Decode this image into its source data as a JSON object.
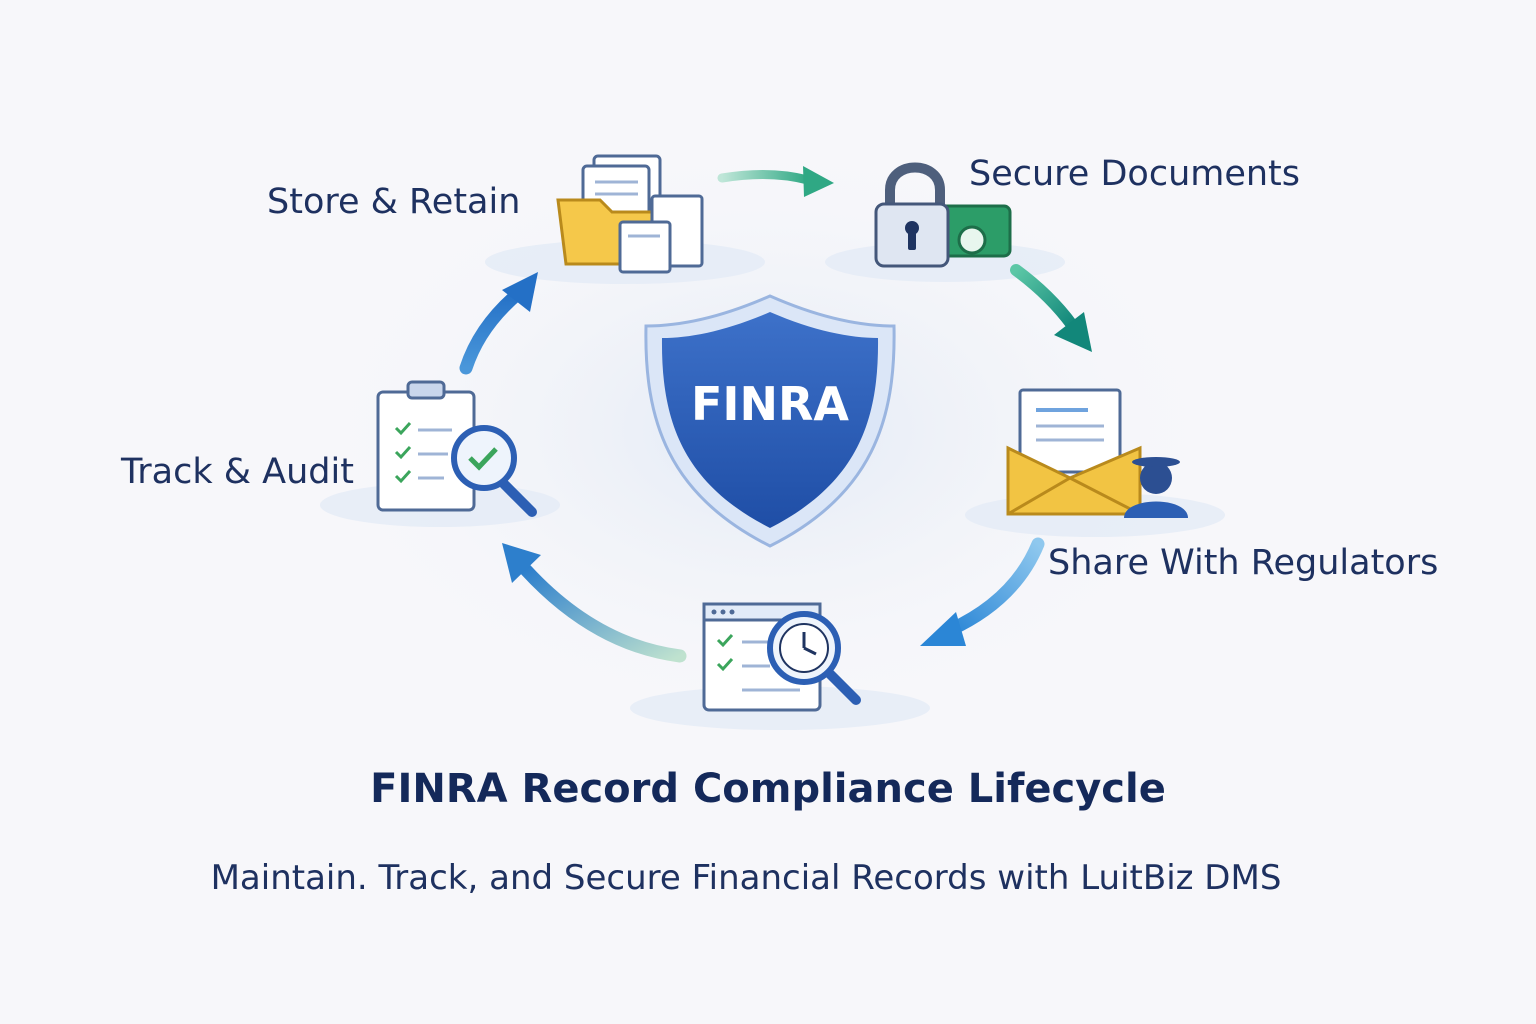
{
  "center": {
    "badge_text": "FINRA"
  },
  "steps": [
    {
      "label": "Store & Retain",
      "icon": "folder-documents-icon"
    },
    {
      "label": "Secure Documents",
      "icon": "padlock-cash-icon"
    },
    {
      "label": "Share With Regulators",
      "icon": "envelope-regulator-icon"
    },
    {
      "label": "",
      "icon": "checklist-clock-magnifier-icon"
    },
    {
      "label": "Track & Audit",
      "icon": "clipboard-audit-icon"
    }
  ],
  "title": "FINRA Record Compliance Lifecycle",
  "subtitle": "Maintain. Track, and Secure Financial Records with LuitBiz DMS",
  "colors": {
    "text_dark": "#14295a",
    "shield_blue": "#2f5fb8",
    "arrow_teal": "#1f9a86",
    "arrow_blue": "#3a86d4",
    "folder_yellow": "#f5c84a"
  }
}
